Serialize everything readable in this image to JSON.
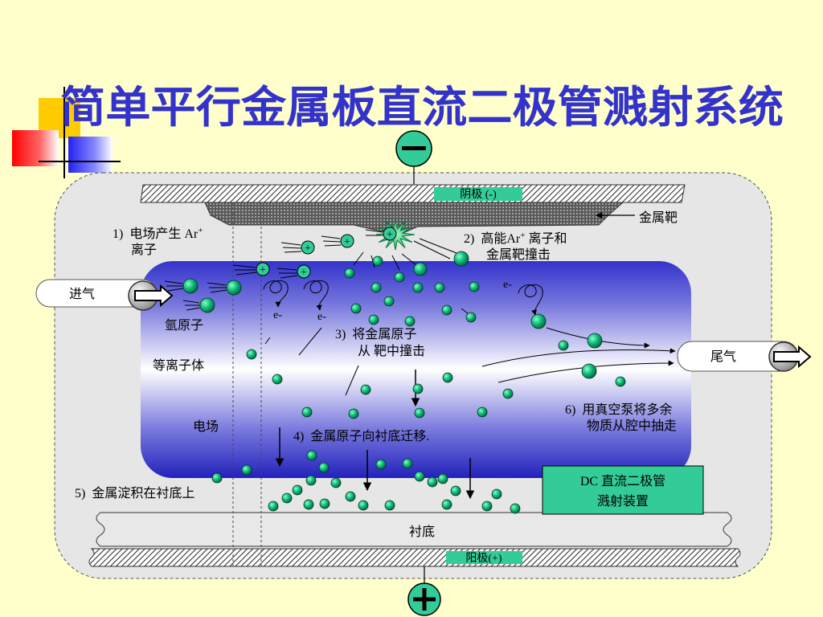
{
  "title": "简单平行金属板直流二极管溅射系统",
  "cathode": {
    "label": "阴极 (-)",
    "icon": "minus-icon"
  },
  "anode": {
    "label": "阳极(+)",
    "icon": "plus-icon"
  },
  "target": {
    "label": "金属靶"
  },
  "substrate": {
    "label": "衬底"
  },
  "inlet": {
    "label": "进气",
    "icon": "arrow-right-icon"
  },
  "outlet": {
    "label": "尾气",
    "icon": "arrow-right-icon"
  },
  "steps": {
    "step1": {
      "text": "1)  电场产生 Ar",
      "sup": "+",
      "line2": "离子"
    },
    "step2": {
      "text": "2)  高能Ar",
      "sup": "+",
      "rest": " 离子和",
      "line2": "金属靶撞击"
    },
    "step3": {
      "line1": "3)  将金属原子",
      "line2": "从 靶中撞击"
    },
    "step4": "4)  金属原子向衬底迁移.",
    "step5": "5)  金属淀积在衬底上",
    "step6": {
      "line1": "6)  用真空泵将多余",
      "line2": "物质从腔中抽走"
    }
  },
  "regions": {
    "argon": "氩原子",
    "plasma": "等离子体",
    "field": "电场"
  },
  "device": {
    "line1": "DC 直流二极管",
    "line2": "溅射装置"
  },
  "electron_label": "e-",
  "ion_symbol": "+",
  "colors": {
    "background": "#FFFFCC",
    "title": "#3333CC",
    "accent_green": "#33CC99",
    "plasma_blue": "#3333CC",
    "chamber": "#E6E6E6"
  }
}
